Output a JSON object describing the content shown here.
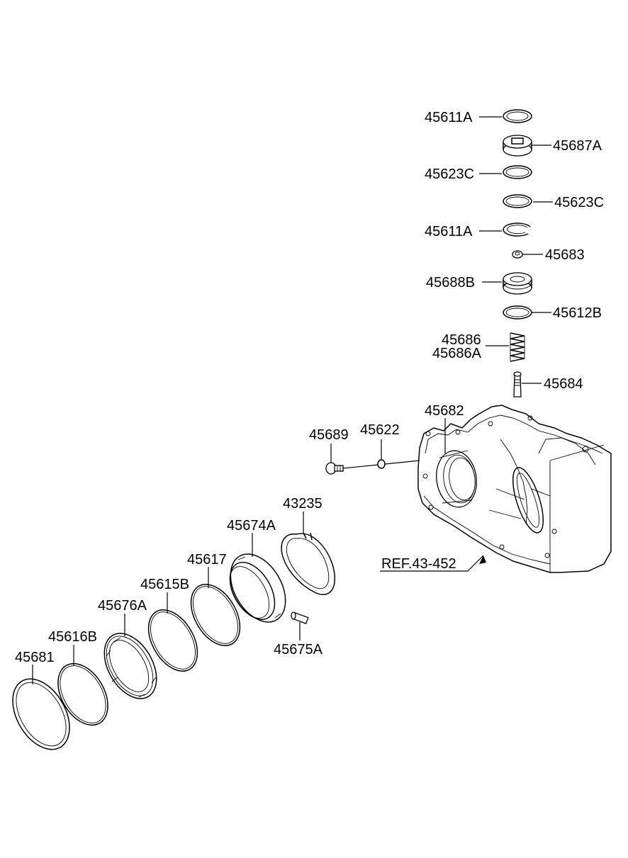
{
  "labels": {
    "p45611a_top": "45611A",
    "p45687a": "45687A",
    "p45623c_left": "45623C",
    "p45623c_right": "45623C",
    "p45611a_mid": "45611A",
    "p45683": "45683",
    "p45688b": "45688B",
    "p45612b": "45612B",
    "p45686": "45686",
    "p45686a": "45686A",
    "p45684": "45684",
    "p45682": "45682",
    "p45689": "45689",
    "p45622": "45622",
    "p43235": "43235",
    "p45674a": "45674A",
    "p45617": "45617",
    "p45615b": "45615B",
    "p45676a": "45676A",
    "p45616b": "45616B",
    "p45681": "45681",
    "p45675a": "45675A",
    "ref": "REF.43-452"
  }
}
